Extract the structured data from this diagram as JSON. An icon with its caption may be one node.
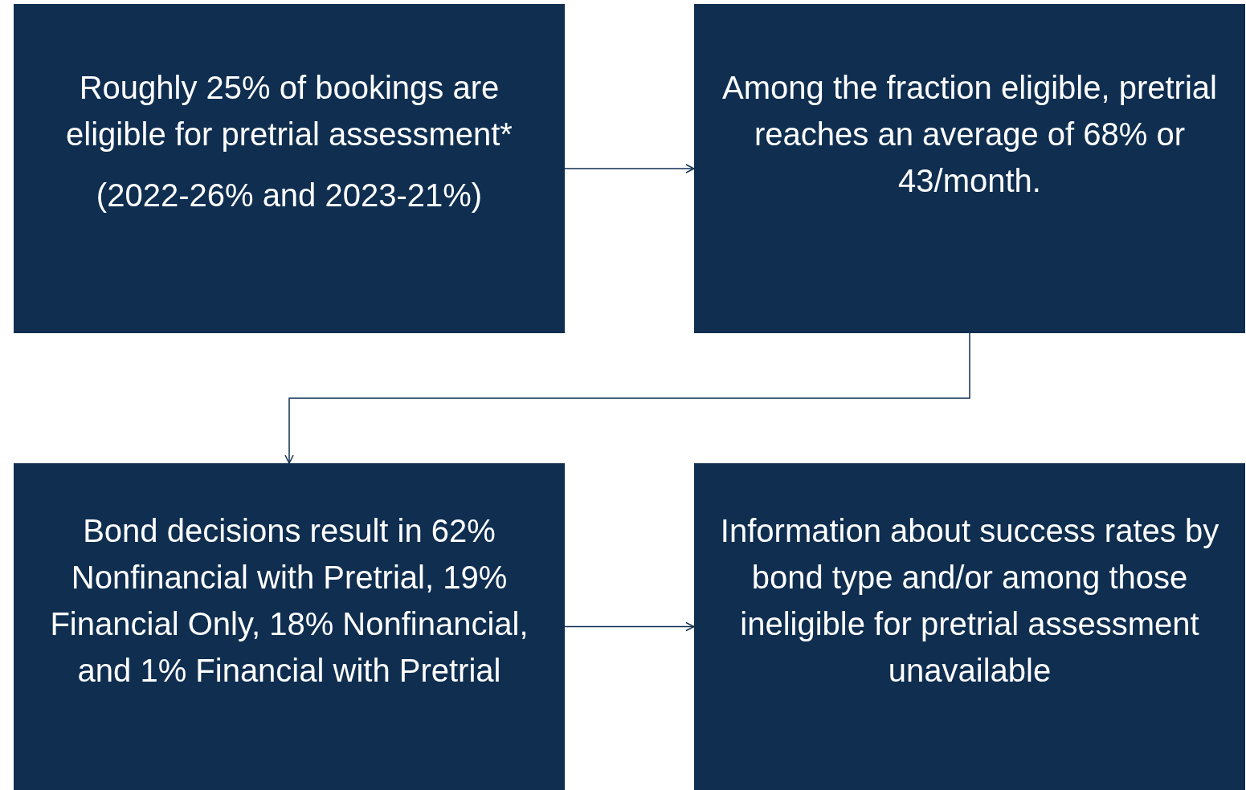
{
  "diagram": {
    "nodes": [
      {
        "text": [
          "Roughly 25% of bookings are eligible for pretrial assessment*",
          "(2022-26% and 2023-21%)"
        ]
      },
      {
        "text": [
          "Among the fraction eligible, pretrial reaches an average of 68% or 43/month."
        ]
      },
      {
        "text": [
          "Bond decisions result in 62% Nonfinancial with Pretrial, 19% Financial Only, 18% Nonfinancial, and 1% Financial with Pretrial"
        ]
      },
      {
        "text": [
          "Information about success rates by bond type and/or among those ineligible for pretrial assessment unavailable"
        ]
      }
    ],
    "edges": [
      {
        "from": 0,
        "to": 1,
        "arrow": "to"
      },
      {
        "from": 1,
        "to": 2,
        "arrow": "to"
      },
      {
        "from": 2,
        "to": 3,
        "arrow": "to"
      }
    ]
  }
}
